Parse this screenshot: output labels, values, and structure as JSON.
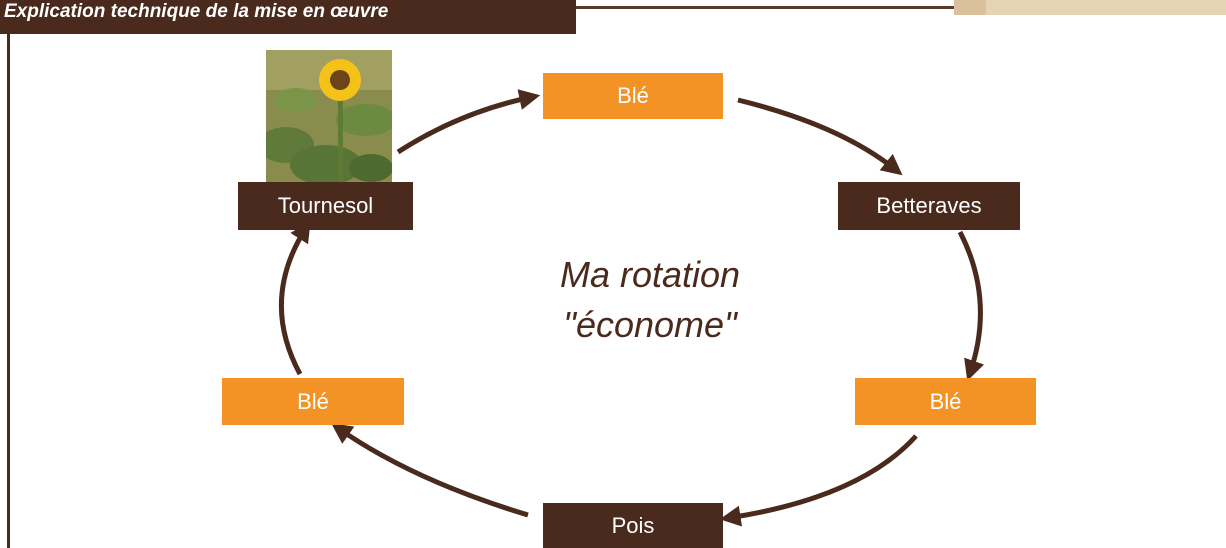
{
  "header": {
    "title": "Explication technique de la mise en œuvre"
  },
  "diagram": {
    "center_title": {
      "line1": "Ma rotation",
      "line2": "\"économe\""
    },
    "nodes": {
      "top": "Blé",
      "right_upper": "Betteraves",
      "right_lower": "Blé",
      "bottom": "Pois",
      "left_lower": "Blé",
      "left_upper": "Tournesol"
    },
    "photo_icon": "sunflower-photo"
  },
  "colors": {
    "brown": "#4a2a1c",
    "orange": "#f39325",
    "header_line": "#5a3a28",
    "beige": "#e6d3b3",
    "beige_dark": "#d8c19c",
    "text_dark": "#4a2a1c"
  }
}
